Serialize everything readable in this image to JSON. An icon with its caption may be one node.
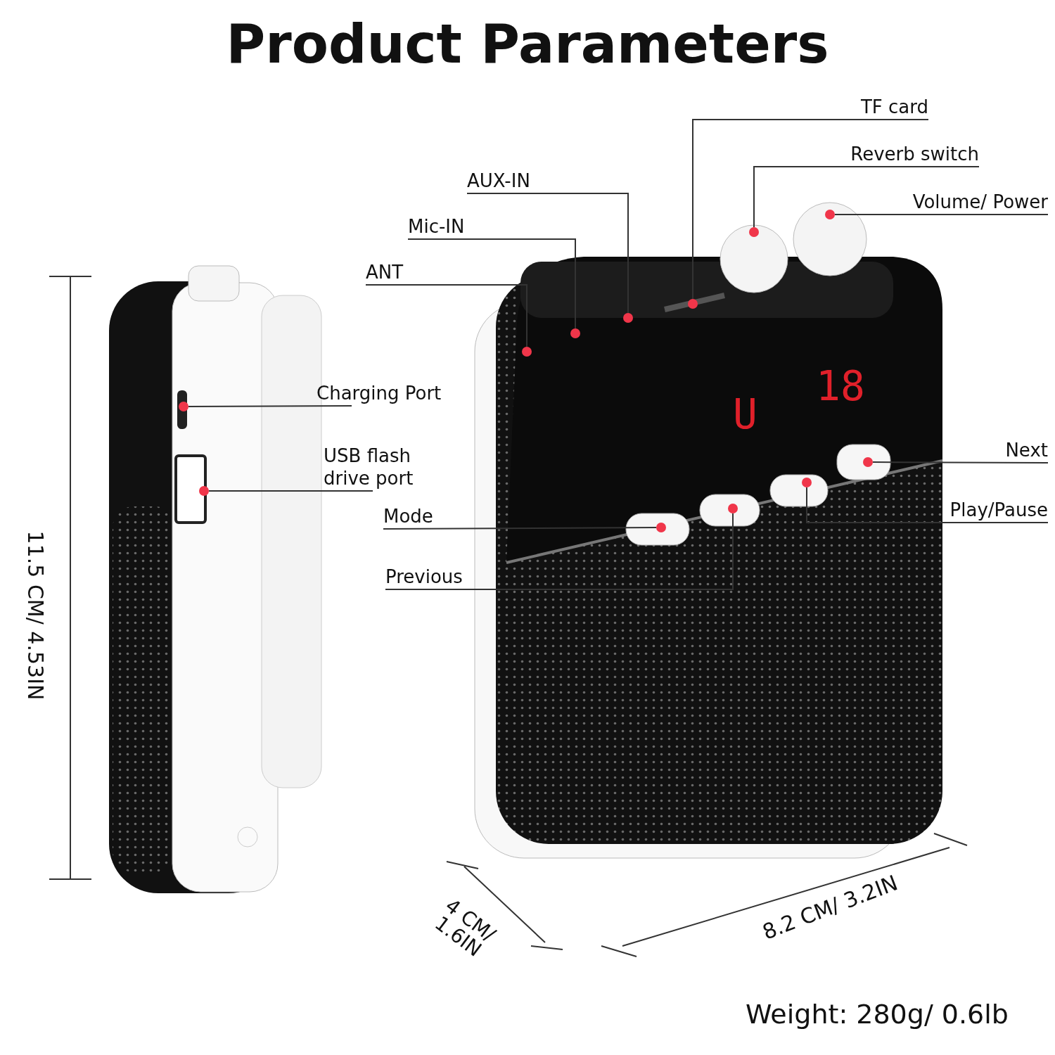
{
  "diagram": {
    "title": "Product Parameters",
    "nodes": [
      {
        "text": [
          "TF card"
        ]
      },
      {
        "text": [
          "Reverb switch"
        ]
      },
      {
        "text": [
          "Volume/ Power"
        ]
      },
      {
        "text": [
          "AUX-IN"
        ]
      },
      {
        "text": [
          "Mic-IN"
        ]
      },
      {
        "text": [
          "ANT"
        ]
      },
      {
        "text": [
          "Charging Port"
        ]
      },
      {
        "text": [
          "USB flash drive port"
        ]
      },
      {
        "text": [
          "Next"
        ]
      },
      {
        "text": [
          "Mode"
        ]
      },
      {
        "text": [
          "Play/Pause"
        ]
      },
      {
        "text": [
          "Previous"
        ]
      },
      {
        "text": [],
        "shape": "circle"
      },
      {
        "text": [],
        "shape": "circle"
      },
      {
        "text": [],
        "shape": "circle"
      },
      {
        "text": [],
        "shape": "circle"
      },
      {
        "text": [],
        "shape": "circle"
      },
      {
        "text": [],
        "shape": "circle"
      },
      {
        "text": [],
        "shape": "circle"
      },
      {
        "text": [],
        "shape": "circle"
      },
      {
        "text": [],
        "shape": "circle"
      },
      {
        "text": [],
        "shape": "circle"
      },
      {
        "text": [],
        "shape": "circle"
      },
      {
        "text": [],
        "shape": "circle"
      }
    ],
    "edges": [
      {
        "from": 0,
        "to": 12,
        "arrow": "none"
      },
      {
        "from": 1,
        "to": 13,
        "arrow": "none"
      },
      {
        "from": 2,
        "to": 14,
        "arrow": "none"
      },
      {
        "from": 3,
        "to": 15,
        "arrow": "none"
      },
      {
        "from": 4,
        "to": 16,
        "arrow": "none"
      },
      {
        "from": 5,
        "to": 17,
        "arrow": "none"
      },
      {
        "from": 6,
        "to": 18,
        "arrow": "none"
      },
      {
        "from": 7,
        "to": 19,
        "arrow": "none"
      },
      {
        "from": 8,
        "to": 20,
        "arrow": "none"
      },
      {
        "from": 9,
        "to": 21,
        "arrow": "none"
      },
      {
        "from": 10,
        "to": 22,
        "arrow": "none"
      },
      {
        "from": 11,
        "to": 23,
        "arrow": "none"
      }
    ],
    "labels": [
      "U",
      "18",
      "11.5 CM/ 4.53IN",
      "4 CM/ 1.6IN",
      "8.2 CM/ 3.2IN",
      "Weight: 280g/ 0.6lb"
    ]
  }
}
